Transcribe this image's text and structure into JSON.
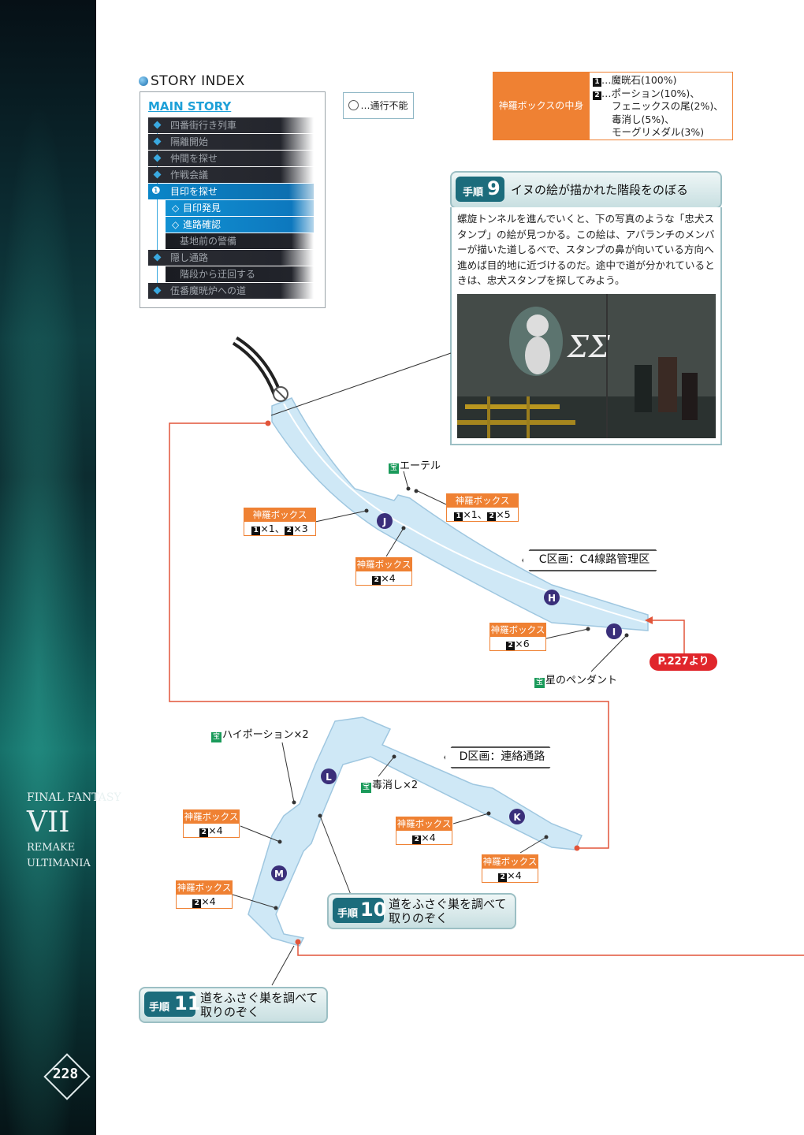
{
  "sidebar": {
    "logo_line1": "FINAL FANTASY",
    "logo_line2": "VII",
    "logo_line3": "REMAKE",
    "logo_line4": "ULTIMANIA",
    "page_number": "228"
  },
  "story_index": {
    "title": "STORY INDEX",
    "main_story": "MAIN STORY",
    "items": [
      {
        "label": "四番街行き列車"
      },
      {
        "label": "隔離開始"
      },
      {
        "label": "仲間を探せ"
      },
      {
        "label": "作戦会議"
      },
      {
        "label": "目印を探せ"
      },
      {
        "label": "目印発見"
      },
      {
        "label": "進路確認"
      },
      {
        "label": "基地前の警備"
      },
      {
        "label": "隠し通路"
      },
      {
        "label": "階段から迂回する"
      },
      {
        "label": "伍番魔晄炉への道"
      }
    ],
    "current_marker": "❶"
  },
  "legend": {
    "text": "…通行不能"
  },
  "treasure_table": {
    "header": "神羅ボックスの中身",
    "n1": "1",
    "n2": "2",
    "line1": "…魔晄石(100%)",
    "line2": "…ポーション(10%)、",
    "line3": "フェニックスの尾(2%)、",
    "line4": "毒消し(5%)、",
    "line5": "モーグリメダル(3%)"
  },
  "step9": {
    "tag_small": "手順",
    "tag_num": "9",
    "title": "イヌの絵が描かれた階段をのぼる",
    "body": "螺旋トンネルを進んでいくと、下の写真のような「忠犬スタンプ」の絵が見つかる。この絵は、アバランチのメンバーが描いた道しるべで、スタンプの鼻が向いている方向へ進めば目的地に近づけるのだ。途中で道が分かれているときは、忠犬スタンプを探してみよう。"
  },
  "step10": {
    "tag_small": "手順",
    "tag_num": "10",
    "line1": "道をふさぐ巣を調べて",
    "line2": "取りのぞく"
  },
  "step11": {
    "tag_small": "手順",
    "tag_num": "11",
    "line1": "道をふさぐ巣を調べて",
    "line2": "取りのぞく"
  },
  "areas": {
    "c": "C区画：C4線路管理区",
    "d": "D区画：連絡通路"
  },
  "from_page": "P.227より",
  "treasures": {
    "ether": "エーテル",
    "pendant": "星のペンダント",
    "hipotion": "ハイポーション×2",
    "antidote": "毒消し×2",
    "icon": "宝"
  },
  "shinra_box_label": "神羅ボックス",
  "boxes": {
    "b1": {
      "n1": "1",
      "a": "×1、",
      "n2": "2",
      "b": "×3"
    },
    "b2": {
      "n1": "1",
      "a": "×1、",
      "n2": "2",
      "b": "×5"
    },
    "b3": {
      "n2": "2",
      "b": "×4"
    },
    "b4": {
      "n2": "2",
      "b": "×6"
    },
    "b5": {
      "n2": "2",
      "b": "×4"
    },
    "b6": {
      "n2": "2",
      "b": "×4"
    },
    "b7": {
      "n2": "2",
      "b": "×4"
    },
    "b8": {
      "n2": "2",
      "b": "×4"
    }
  },
  "markers": {
    "j": "J",
    "h": "H",
    "i": "I",
    "l": "L",
    "k": "K",
    "m": "M"
  },
  "colors": {
    "accent": "#ef8133",
    "route": "#e2553a",
    "map": "#cfe8f6",
    "marker": "#3a2f7a"
  }
}
